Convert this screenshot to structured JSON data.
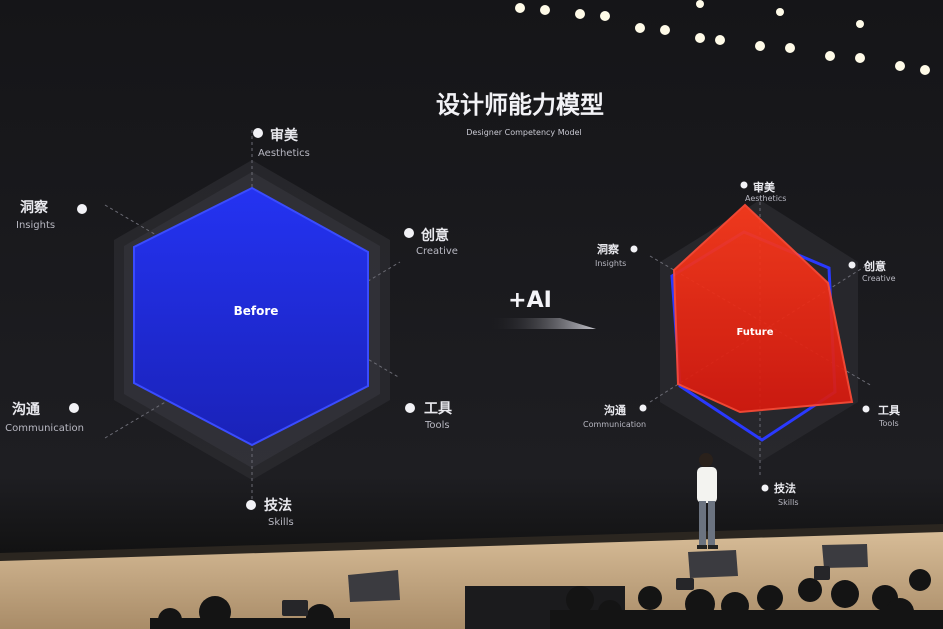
{
  "slide": {
    "title_zh": "设计师能力模型",
    "title_en": "Designer Competency Model",
    "ai_label": "+AI",
    "before_label": "Before",
    "future_label": "Future",
    "axes": [
      {
        "zh": "审美",
        "en": "Aesthetics"
      },
      {
        "zh": "创意",
        "en": "Creative"
      },
      {
        "zh": "工具",
        "en": "Tools"
      },
      {
        "zh": "技法",
        "en": "Skills"
      },
      {
        "zh": "沟通",
        "en": "Communication"
      },
      {
        "zh": "洞察",
        "en": "Insights"
      }
    ]
  },
  "colors": {
    "before_fill": "#1f2bea",
    "future_fill": "#ff2a14",
    "future_outline_blue": "#2a39ff",
    "stage_floor": "#c6a985"
  }
}
